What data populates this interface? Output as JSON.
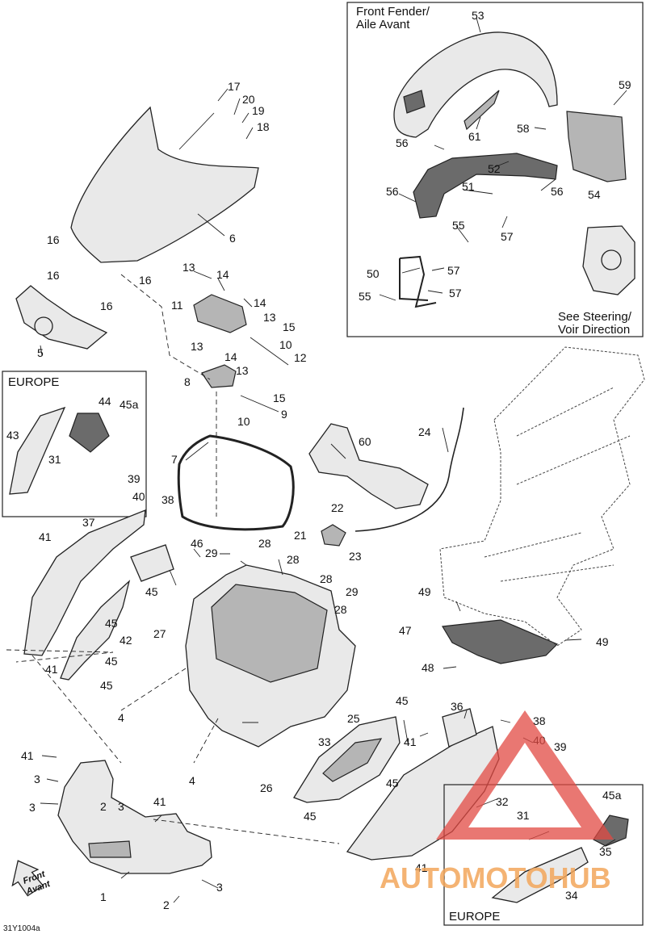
{
  "diagram_code": "31Y1004a",
  "watermark": "AUTOMOTOHUB",
  "inset_front_fender": {
    "title_line1": "Front Fender/",
    "title_line2": "Aile Avant",
    "footer_line1": "See Steering/",
    "footer_line2": "Voir Direction"
  },
  "inset_europe_left": {
    "title": "EUROPE"
  },
  "inset_europe_right": {
    "title": "EUROPE"
  },
  "front_arrow": {
    "line1": "Front",
    "line2": "Avant"
  },
  "callouts": [
    "17",
    "20",
    "19",
    "18",
    "6",
    "16",
    "16",
    "16",
    "16",
    "5",
    "13",
    "14",
    "11",
    "14",
    "13",
    "15",
    "10",
    "12",
    "13",
    "14",
    "8",
    "13",
    "15",
    "10",
    "9",
    "53",
    "59",
    "61",
    "58",
    "56",
    "52",
    "56",
    "56",
    "54",
    "51",
    "55",
    "57",
    "50",
    "57",
    "55",
    "57",
    "44",
    "45a",
    "43",
    "31",
    "7",
    "60",
    "24",
    "39",
    "40",
    "38",
    "41",
    "37",
    "46",
    "22",
    "21",
    "23",
    "29",
    "28",
    "28",
    "28",
    "29",
    "28",
    "45",
    "45",
    "42",
    "45",
    "45",
    "41",
    "27",
    "49",
    "47",
    "49",
    "48",
    "4",
    "25",
    "36",
    "38",
    "45",
    "40",
    "39",
    "41",
    "33",
    "45",
    "45",
    "26",
    "4",
    "41",
    "3",
    "2",
    "3",
    "3",
    "41",
    "1",
    "32",
    "31",
    "41",
    "35",
    "45a",
    "34",
    "2",
    "3"
  ]
}
